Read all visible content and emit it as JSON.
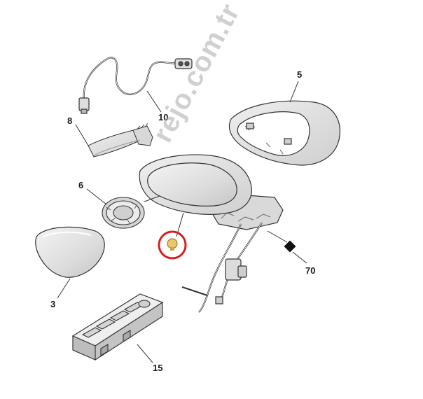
{
  "diagram": {
    "callouts": {
      "p3": "3",
      "p5": "5",
      "p6": "6",
      "p8": "8",
      "p10": "10",
      "p15": "15",
      "p70": "70"
    },
    "watermark": "rejo.com.tr",
    "colors": {
      "line": "#333333",
      "part_fill": "#e4e4e4",
      "part_shade": "#c9c9c9",
      "highlight_ring": "#d42020",
      "highlight_fill": "#e8c86a"
    }
  }
}
